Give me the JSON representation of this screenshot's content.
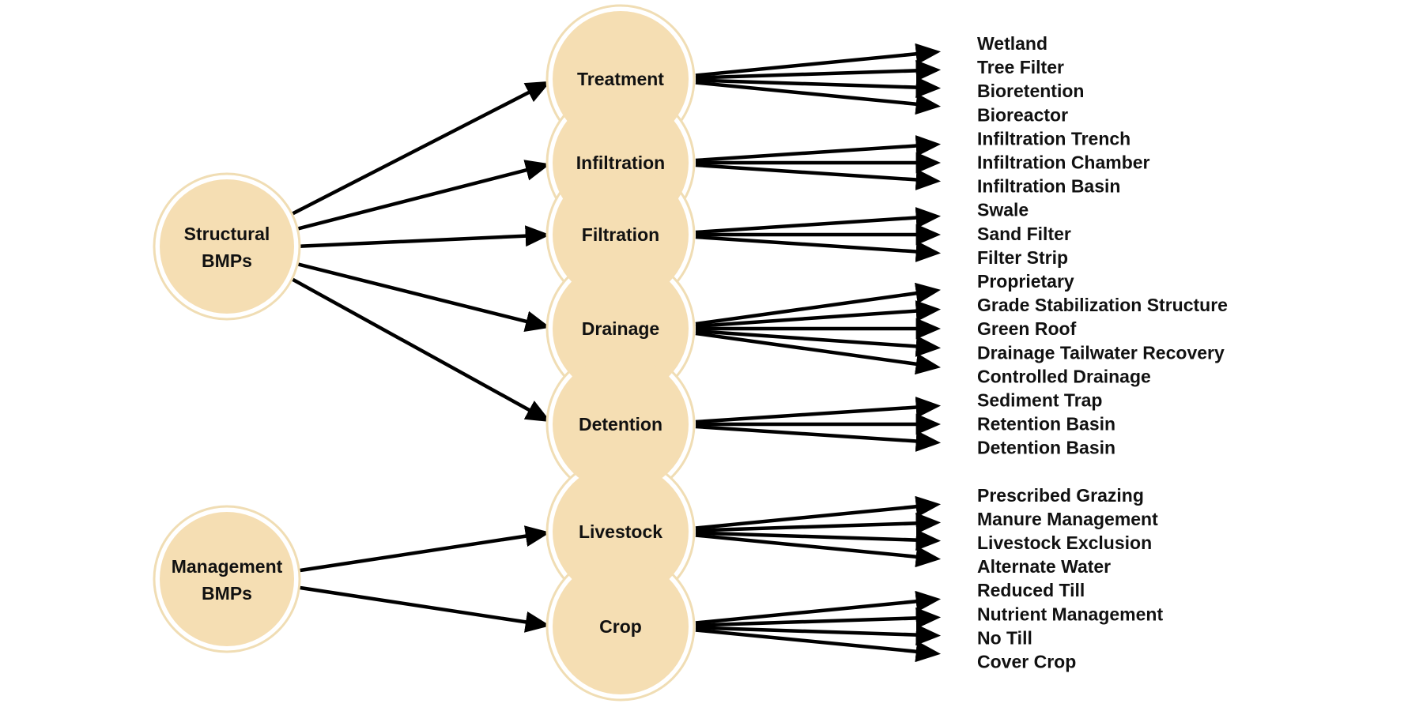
{
  "colors": {
    "node_fill": "#f5deb3",
    "node_outline": "#f0ddb4",
    "arrow": "#000000",
    "text": "#111111",
    "background": "#ffffff"
  },
  "diagram": {
    "roots": [
      {
        "id": "structural",
        "label_lines": [
          "Structural",
          "BMPs"
        ],
        "children": [
          "treatment",
          "infiltration",
          "filtration",
          "drainage",
          "detention"
        ]
      },
      {
        "id": "management",
        "label_lines": [
          "Management",
          "BMPs"
        ],
        "children": [
          "livestock",
          "crop"
        ]
      }
    ],
    "categories": [
      {
        "id": "treatment",
        "label": "Treatment",
        "items": [
          "Wetland",
          "Tree Filter",
          "Bioretention",
          "Bioreactor"
        ]
      },
      {
        "id": "infiltration",
        "label": "Infiltration",
        "items": [
          "Infiltration Trench",
          "Infiltration Chamber",
          "Infiltration Basin"
        ]
      },
      {
        "id": "filtration",
        "label": "Filtration",
        "items": [
          "Swale",
          "Sand Filter",
          "Filter Strip"
        ]
      },
      {
        "id": "drainage",
        "label": "Drainage",
        "items": [
          "Proprietary",
          "Grade Stabilization Structure",
          "Green Roof",
          "Drainage Tailwater Recovery",
          "Controlled Drainage"
        ]
      },
      {
        "id": "detention",
        "label": "Detention",
        "items": [
          "Sediment Trap",
          "Retention Basin",
          "Detention Basin"
        ]
      },
      {
        "id": "livestock",
        "label": "Livestock",
        "items": [
          "Prescribed Grazing",
          "Manure Management",
          "Livestock Exclusion",
          "Alternate Water"
        ]
      },
      {
        "id": "crop",
        "label": "Crop",
        "items": [
          "Reduced Till",
          "Nutrient Management",
          "No Till",
          "Cover Crop"
        ]
      }
    ]
  }
}
